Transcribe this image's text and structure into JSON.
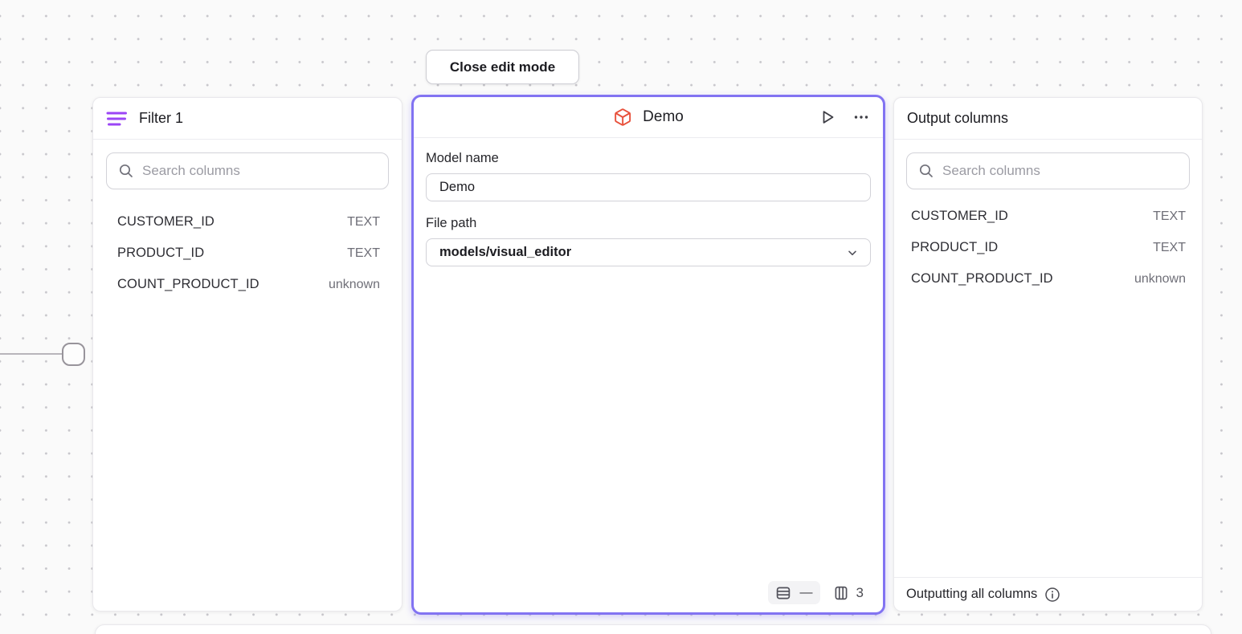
{
  "toolbar": {
    "close_button_label": "Close edit mode"
  },
  "filter_panel": {
    "title": "Filter 1",
    "search": {
      "placeholder": "Search columns"
    },
    "columns": [
      {
        "name": "CUSTOMER_ID",
        "type": "TEXT"
      },
      {
        "name": "PRODUCT_ID",
        "type": "TEXT"
      },
      {
        "name": "COUNT_PRODUCT_ID",
        "type": "unknown"
      }
    ]
  },
  "model_panel": {
    "title": "Demo",
    "fields": {
      "model_name": {
        "label": "Model name",
        "value": "Demo"
      },
      "file_path": {
        "label": "File path",
        "value": "models/visual_editor"
      }
    },
    "stats": {
      "row_count": "—",
      "column_count": "3"
    }
  },
  "output_panel": {
    "title": "Output columns",
    "search": {
      "placeholder": "Search columns"
    },
    "columns": [
      {
        "name": "CUSTOMER_ID",
        "type": "TEXT"
      },
      {
        "name": "PRODUCT_ID",
        "type": "TEXT"
      },
      {
        "name": "COUNT_PRODUCT_ID",
        "type": "unknown"
      }
    ],
    "footer_label": "Outputting all columns"
  },
  "colors": {
    "selected_border_purple": "#8273f2",
    "filter_icon_purple": "#9b45f6",
    "model_icon_orange": "#e8503b",
    "canvas_background": "#fafafa",
    "panel_background": "#ffffff"
  }
}
